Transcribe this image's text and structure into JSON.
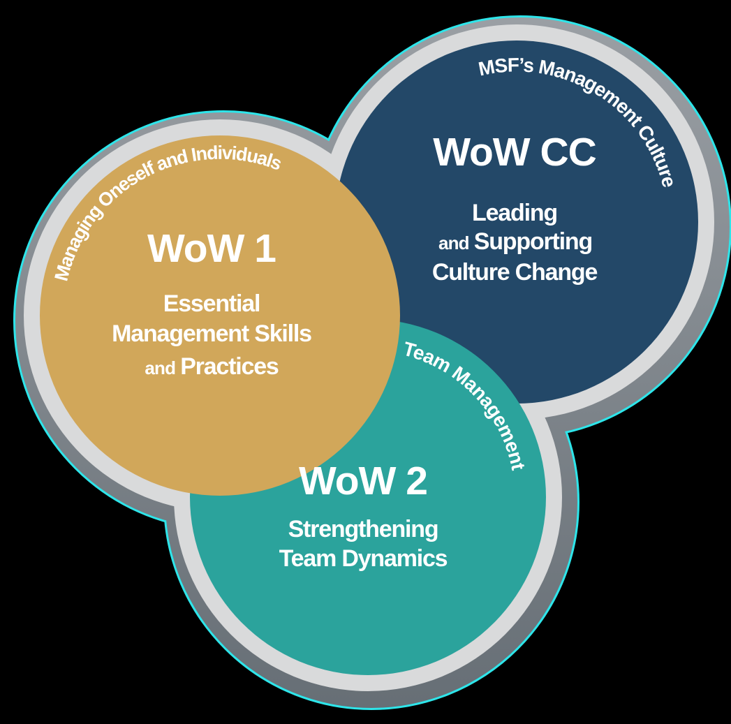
{
  "diagram": {
    "background": "#000000",
    "colors": {
      "wow1_fill": "#D1A75A",
      "wowcc_fill": "#234868",
      "wow2_fill": "#2BA39C",
      "ring": "#D9DADB",
      "shadow_light": "#9BA0A5",
      "shadow_dark": "#656D74",
      "outline": "#2EE5EA",
      "text": "#FFFFFF"
    },
    "wow1": {
      "arc_label": "Managing Oneself and Individuals",
      "title": "WoW 1",
      "line1": "Essential",
      "line2": "Management Skills",
      "line3_small": "and",
      "line3_rest": "Practices"
    },
    "wowcc": {
      "arc_label": "MSF’s Management Culture",
      "title": "WoW CC",
      "line1": "Leading",
      "line2_small": "and",
      "line2_rest": "Supporting",
      "line3": "Culture Change"
    },
    "wow2": {
      "arc_label": "Team Management",
      "title": "WoW 2",
      "line1": "Strengthening",
      "line2": "Team Dynamics"
    }
  }
}
